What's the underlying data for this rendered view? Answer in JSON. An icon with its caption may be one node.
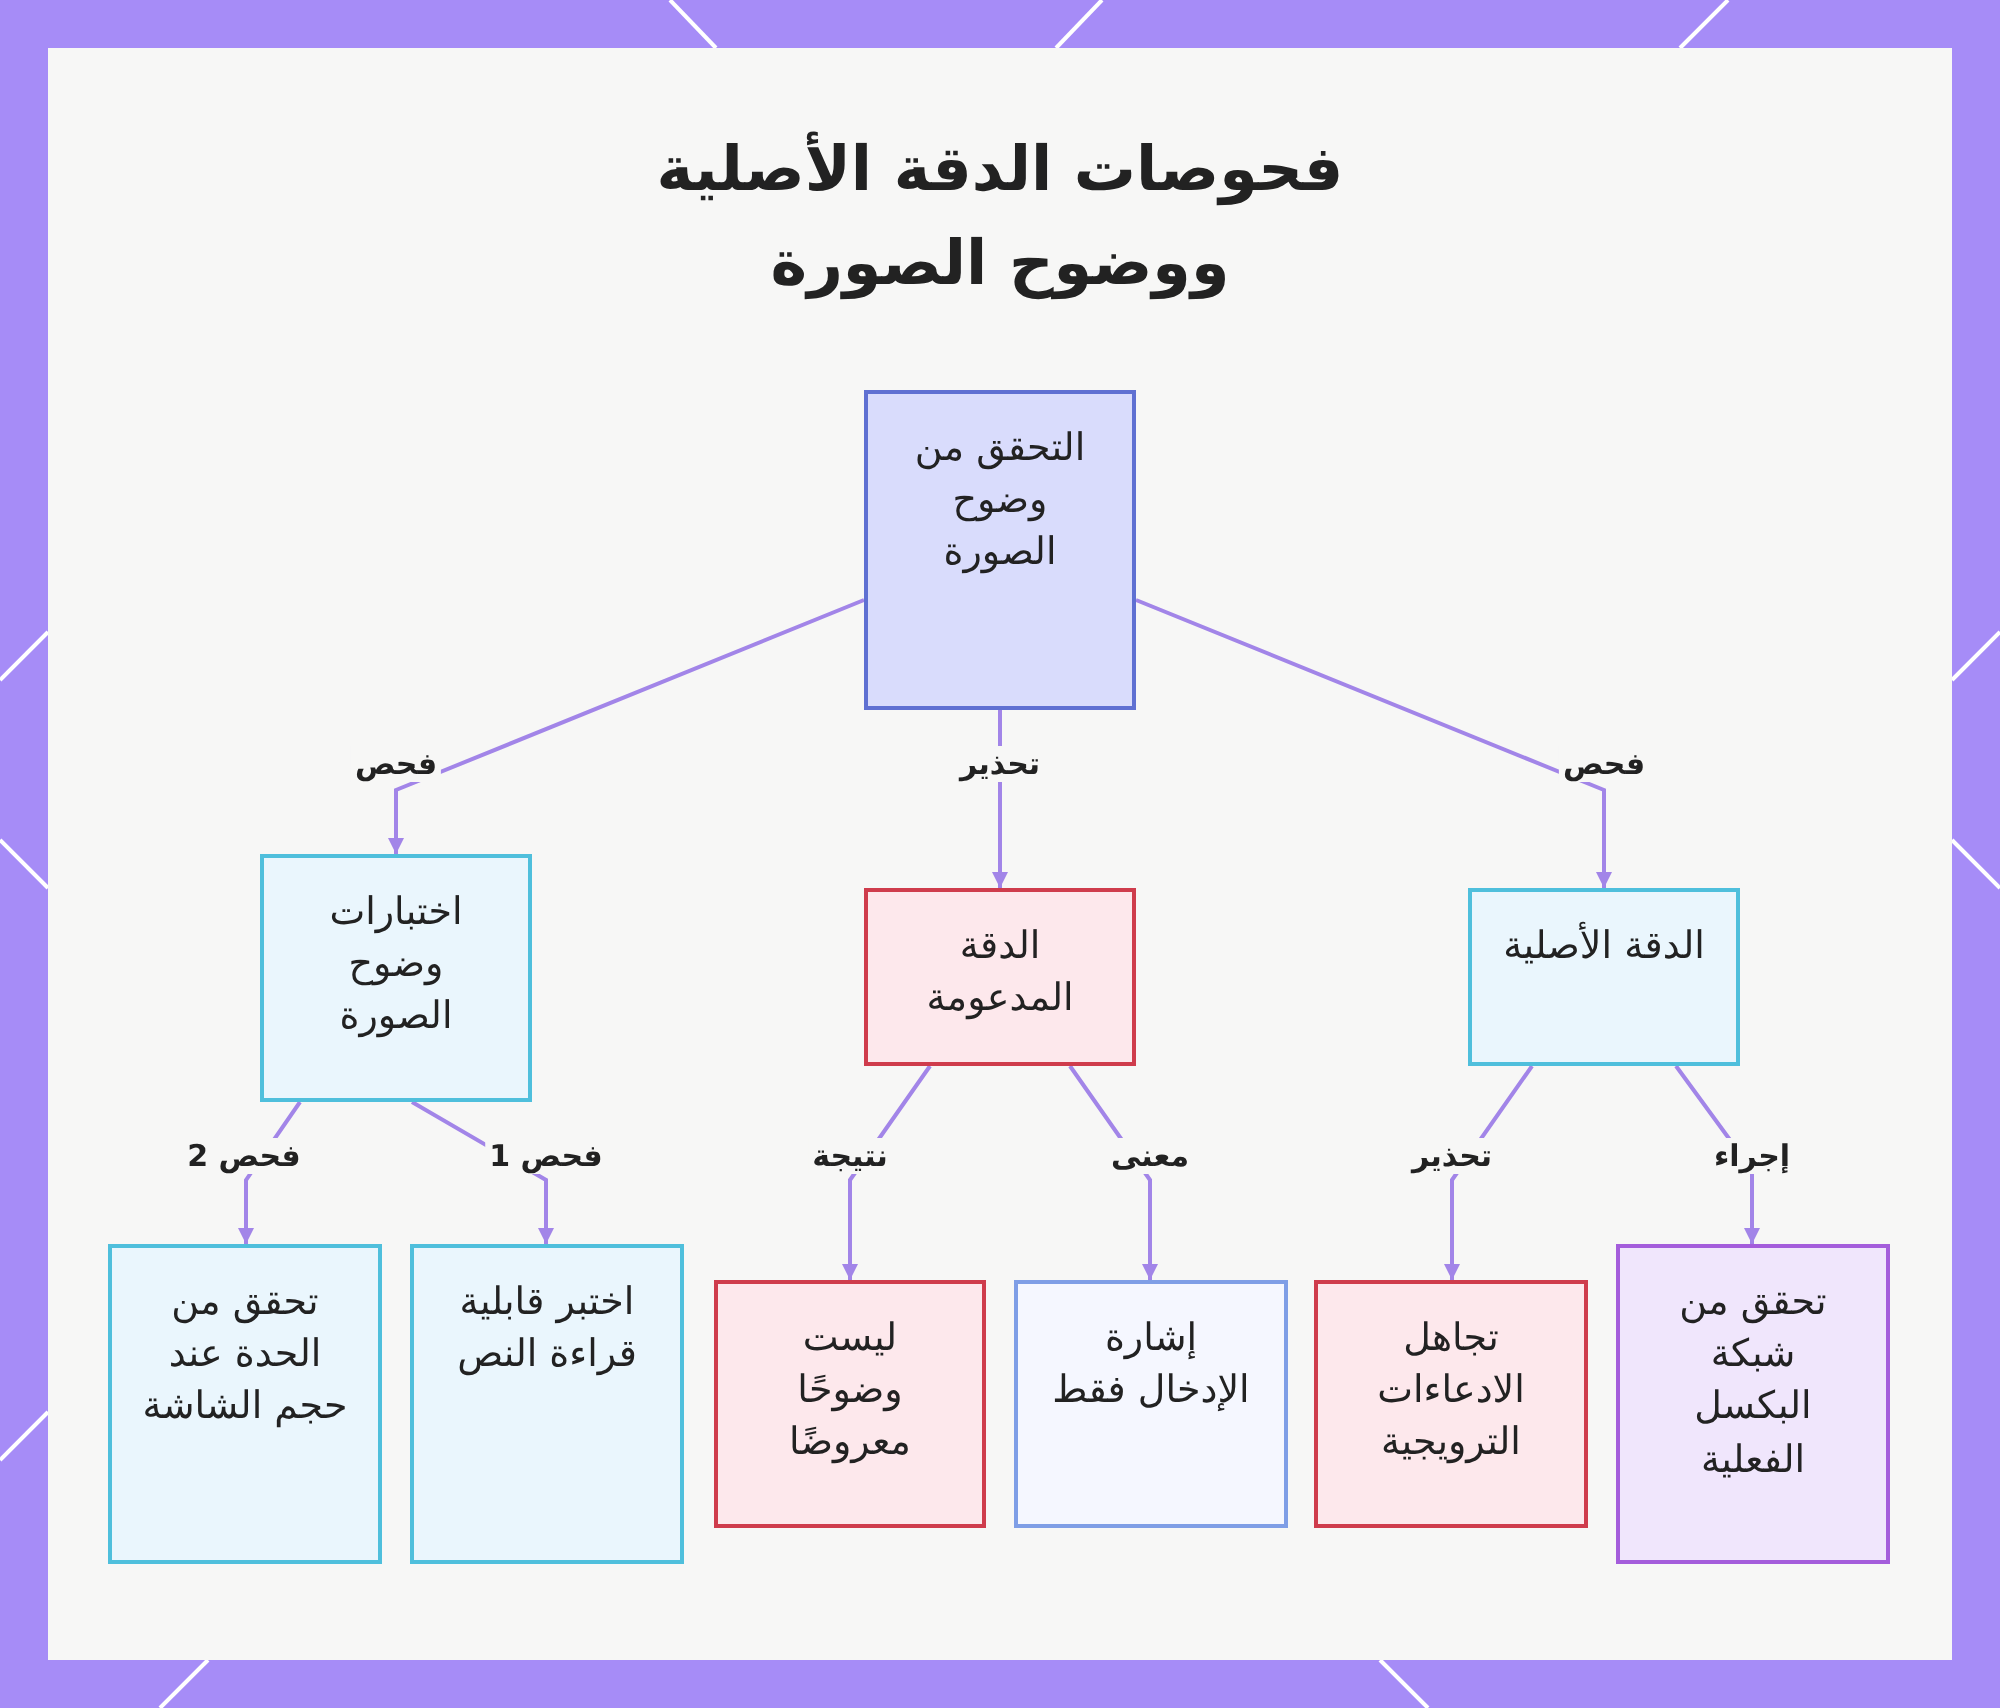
{
  "diagram": {
    "title": "فحوصات الدقة الأصلية ووضوح الصورة",
    "nodes": [
      {
        "text": [
          "التحقق من وضوح الصورة"
        ]
      },
      {
        "text": [
          "اختبارات وضوح الصورة"
        ]
      },
      {
        "text": [
          "الدقة المدعومة"
        ]
      },
      {
        "text": [
          "الدقة الأصلية"
        ]
      },
      {
        "text": [
          "تحقق من الحدة عند حجم الشاشة"
        ]
      },
      {
        "text": [
          "اختبر قابلية قراءة النص"
        ]
      },
      {
        "text": [
          "ليست وضوحًا معروضًا"
        ]
      },
      {
        "text": [
          "إشارة الإدخال فقط"
        ]
      },
      {
        "text": [
          "تجاهل الادعاءات الترويجية"
        ]
      },
      {
        "text": [
          "تحقق من شبكة البكسل الفعلية"
        ]
      }
    ],
    "edges": [
      {
        "from": 0,
        "to": 1,
        "arrow": "to",
        "label": "فحص"
      },
      {
        "from": 0,
        "to": 2,
        "arrow": "to",
        "label": "تحذير"
      },
      {
        "from": 0,
        "to": 3,
        "arrow": "to",
        "label": "فحص"
      },
      {
        "from": 1,
        "to": 4,
        "arrow": "to",
        "label": "فحص 2"
      },
      {
        "from": 1,
        "to": 5,
        "arrow": "to",
        "label": "فحص 1"
      },
      {
        "from": 2,
        "to": 6,
        "arrow": "to",
        "label": "نتيجة"
      },
      {
        "from": 2,
        "to": 7,
        "arrow": "to",
        "label": "معنى"
      },
      {
        "from": 3,
        "to": 8,
        "arrow": "to",
        "label": "تحذير"
      },
      {
        "from": 3,
        "to": 9,
        "arrow": "to",
        "label": "إجراء"
      }
    ]
  }
}
